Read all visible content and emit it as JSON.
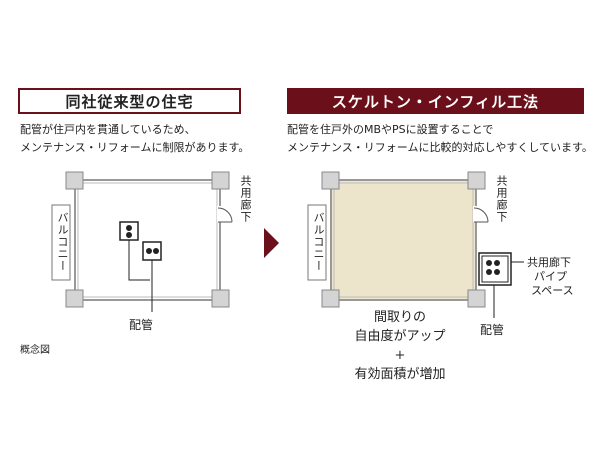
{
  "left": {
    "title": "同社従来型の住宅",
    "desc_line1": "配管が住戸内を貫通しているため、",
    "desc_line2": "メンテナンス・リフォームに制限があります。",
    "balcony": "バルコニー",
    "corridor": "共用廊下",
    "pipe_label": "配管",
    "caption": "概念図"
  },
  "right": {
    "title": "スケルトン・インフィル工法",
    "desc_line1": "配管を住戸外のMBやPSに設置することで",
    "desc_line2": "メンテナンス・リフォームに比較的対応しやすくしています。",
    "balcony": "バルコニー",
    "corridor": "共用廊下",
    "pipe_space_line1": "共用廊下",
    "pipe_space_line2": "パイプ",
    "pipe_space_line3": "スペース",
    "pipe_label": "配管",
    "benefit_line1": "間取りの",
    "benefit_line2": "自由度がアップ",
    "benefit_plus": "+",
    "benefit_line3": "有効面積が増加"
  },
  "colors": {
    "accent": "#6b0f1a",
    "room_fill": "#ece5cc",
    "wall": "#9a9a9a",
    "pillar": "#cfcfcf"
  }
}
